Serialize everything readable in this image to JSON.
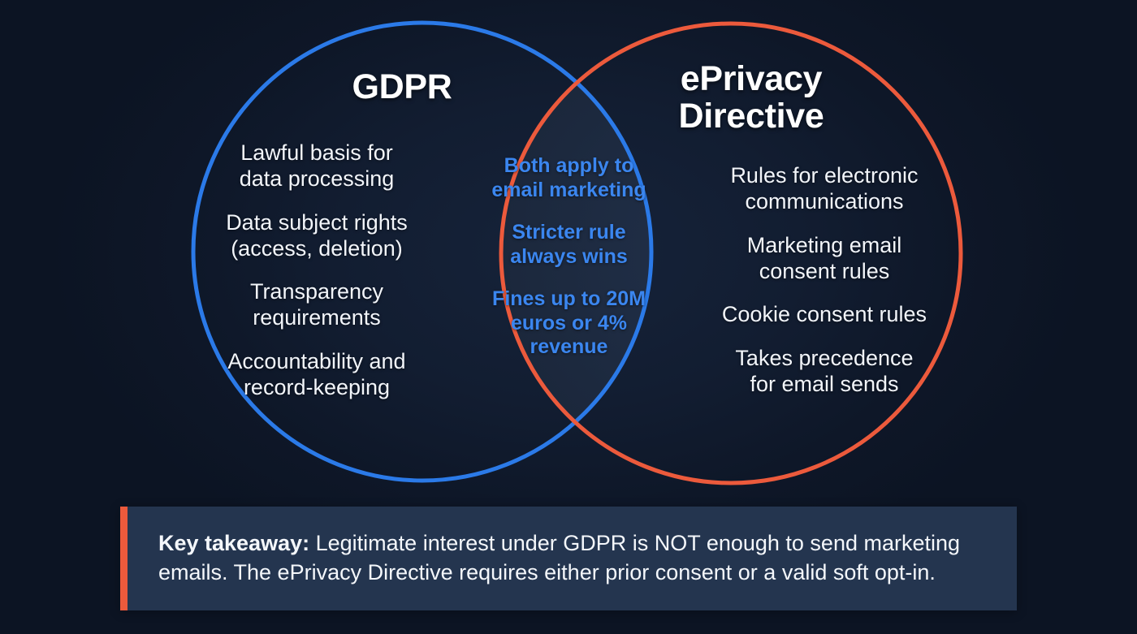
{
  "theme": {
    "background": "#0f1a2d",
    "gdpr_circle_color": "#2b7ae8",
    "eprivacy_circle_color": "#ec5a3c",
    "intersection_text_color": "#3b86ef",
    "body_text_color": "#f2f5fa",
    "callout_background": "#24354f",
    "callout_accent": "#ec5a3c"
  },
  "diagram": {
    "type": "venn",
    "left": {
      "title": "GDPR",
      "items": [
        "Lawful basis for\ndata processing",
        "Data subject rights\n(access, deletion)",
        "Transparency\nrequirements",
        "Accountability and\nrecord-keeping"
      ]
    },
    "right": {
      "title": "ePrivacy\nDirective",
      "items": [
        "Rules for electronic\ncommunications",
        "Marketing email\nconsent rules",
        "Cookie consent rules",
        "Takes precedence\nfor email sends"
      ]
    },
    "intersection": {
      "items": [
        "Both apply to\nemail marketing",
        "Stricter rule\nalways wins",
        "Fines up to 20M\neuros or 4%\nrevenue"
      ]
    }
  },
  "callout": {
    "lead": "Key takeaway:",
    "body": " Legitimate interest under GDPR is NOT enough to send marketing emails. The ePrivacy Directive requires either prior consent or a valid soft opt-in."
  }
}
